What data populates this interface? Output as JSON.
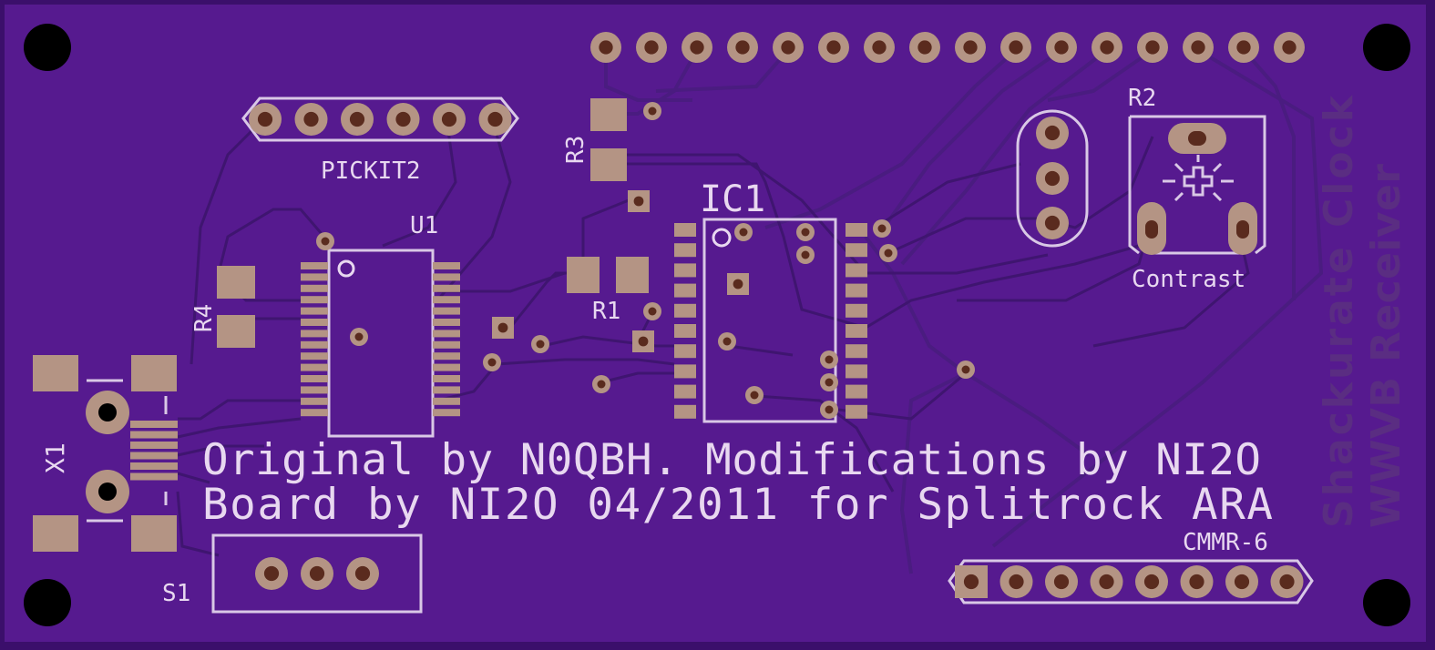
{
  "board": {
    "colors": {
      "substrate": "#551a8b",
      "board_edge": "#3b0f6b",
      "silkscreen": "#e8d8f0",
      "copper_pad": "#b49484",
      "trace": "#4a1c80"
    }
  },
  "labels": {
    "pickit": "PICKIT2",
    "u1": "U1",
    "r3": "R3",
    "ic1": "IC1",
    "r1": "R1",
    "r4": "R4",
    "r2": "R2",
    "contrast": "Contrast",
    "x1": "X1",
    "s1": "S1",
    "cmmr": "CMMR-6",
    "credits_line1": "Original by N0QBH. Modifications by NI2O",
    "credits_line2": "Board by NI2O 04/2011 for Splitrock ARA",
    "side_title_line1": "Shackurate Clock",
    "side_title_line2": "WWVB Receiver"
  }
}
